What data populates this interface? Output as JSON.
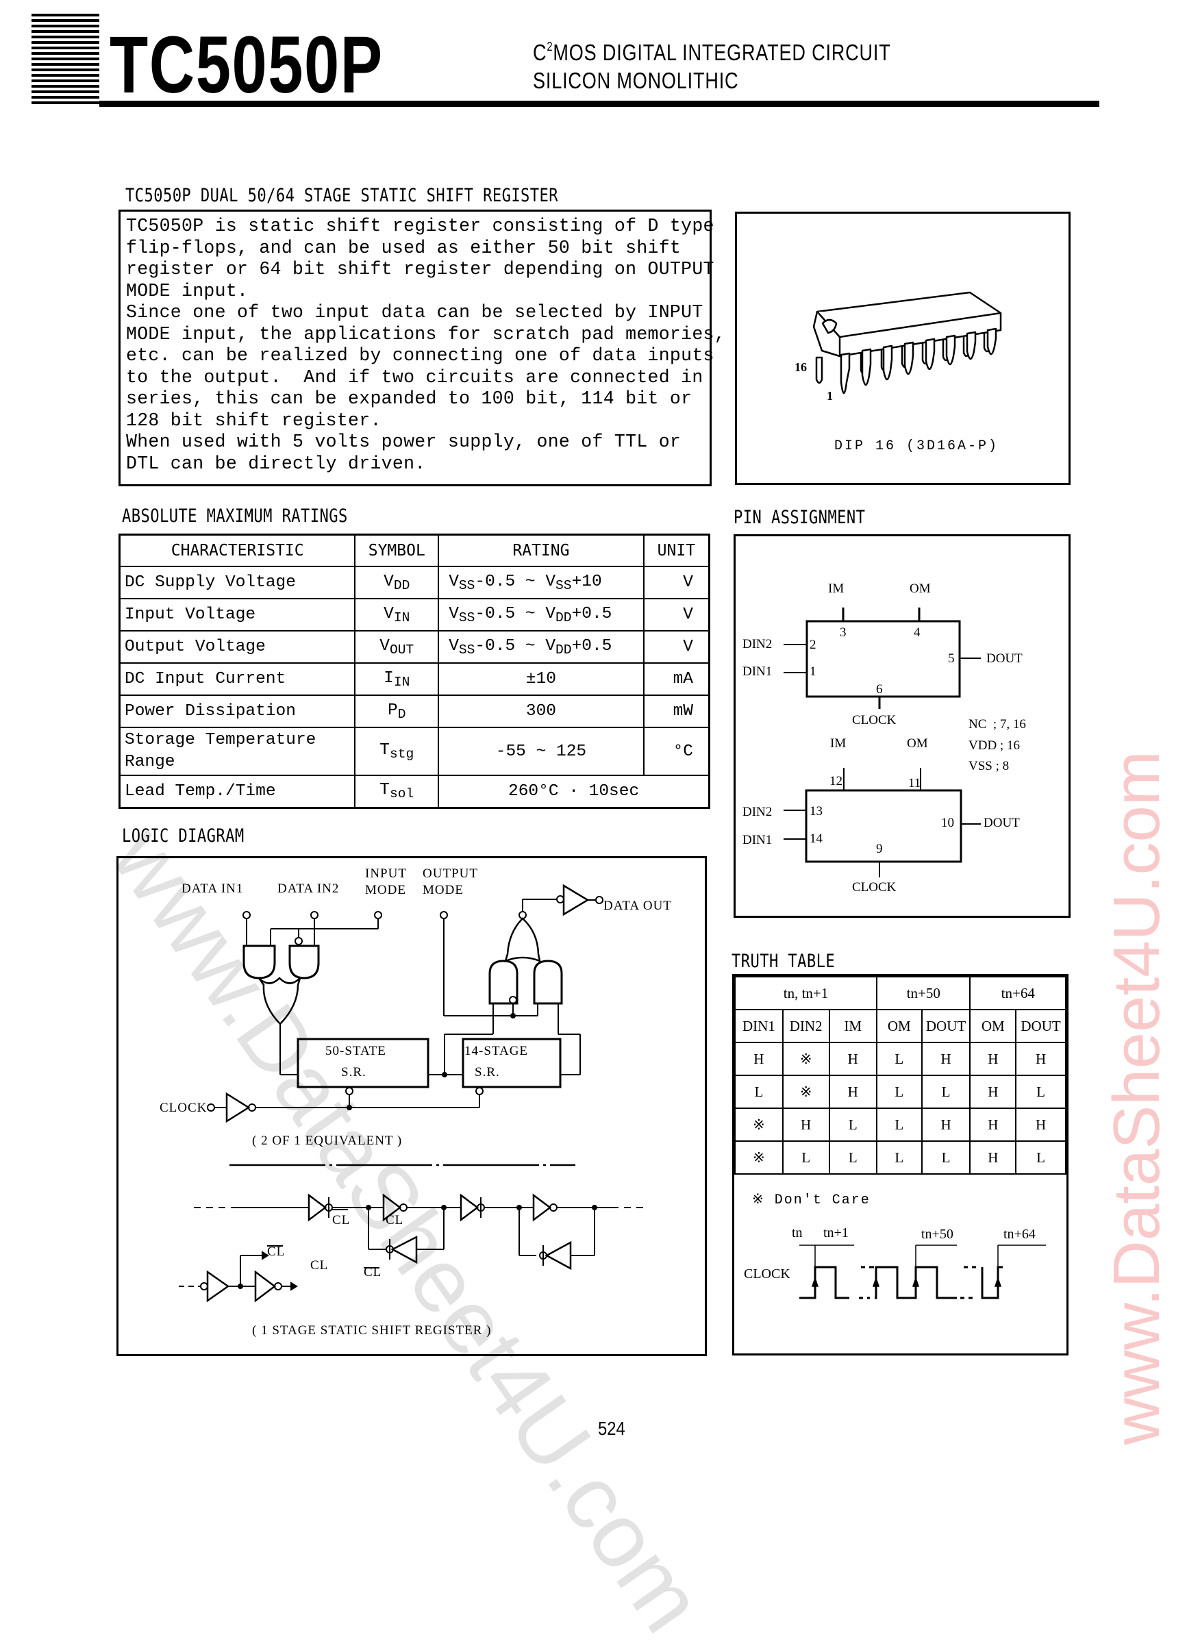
{
  "header": {
    "part_number": "TC5050P",
    "subtitle_line1_prefix": "C",
    "subtitle_line1_sup": "2",
    "subtitle_line1_rest": "MOS DIGITAL INTEGRATED CIRCUIT",
    "subtitle_line2": "SILICON MONOLITHIC"
  },
  "description": {
    "heading": "TC5050P  DUAL 50/64 STAGE STATIC SHIFT REGISTER",
    "text": "TC5050P is static shift register consisting of D type\nflip-flops, and can be used as either 50 bit shift\nregister or 64 bit shift register depending on OUTPUT\nMODE input.\nSince one of two input data can be selected by INPUT\nMODE input, the applications for scratch pad memories,\netc. can be realized by connecting one of data inputs\nto the output.  And if two circuits are connected in\nseries, this can be expanded to 100 bit, 114 bit or\n128 bit shift register.\nWhen used with 5 volts power supply, one of TTL or\nDTL can be directly driven."
  },
  "package": {
    "label": "DIP 16 (3D16A-P)",
    "pin_16": "16",
    "pin_1": "1"
  },
  "ratings": {
    "heading": "ABSOLUTE MAXIMUM RATINGS",
    "columns": [
      "CHARACTERISTIC",
      "SYMBOL",
      "RATING",
      "UNIT"
    ],
    "rows": [
      {
        "characteristic": "DC Supply Voltage",
        "symbol": "V",
        "symbol_sub": "DD",
        "rating": "VSS-0.5 ~ VSS+10",
        "unit": "V"
      },
      {
        "characteristic": "Input Voltage",
        "symbol": "V",
        "symbol_sub": "IN",
        "rating": "VSS-0.5 ~ VDD+0.5",
        "unit": "V"
      },
      {
        "characteristic": "Output Voltage",
        "symbol": "V",
        "symbol_sub": "OUT",
        "rating": "VSS-0.5 ~ VDD+0.5",
        "unit": "V"
      },
      {
        "characteristic": "DC Input Current",
        "symbol": "I",
        "symbol_sub": "IN",
        "rating": "±10",
        "unit": "mA"
      },
      {
        "characteristic": "Power Dissipation",
        "symbol": "P",
        "symbol_sub": "D",
        "rating": "300",
        "unit": "mW"
      },
      {
        "characteristic": "Storage Temperature Range",
        "symbol": "T",
        "symbol_sub": "stg",
        "rating": "-55 ~ 125",
        "unit": "°C"
      },
      {
        "characteristic": "Lead Temp./Time",
        "symbol": "T",
        "symbol_sub": "sol",
        "rating": "260°C · 10sec",
        "unit": ""
      }
    ]
  },
  "pin_assignment": {
    "heading": "PIN ASSIGNMENT",
    "block1": {
      "im": "IM",
      "om": "OM",
      "pin_im": "3",
      "pin_om": "4",
      "din2": "DIN2",
      "din1": "DIN1",
      "pin_din2": "2",
      "pin_din1": "1",
      "pin_dout": "5",
      "dout": "DOUT",
      "pin_clock": "6",
      "clock": "CLOCK"
    },
    "block2": {
      "im": "IM",
      "om": "OM",
      "pin_im": "12",
      "pin_om": "11",
      "din2": "DIN2",
      "din1": "DIN1",
      "pin_din2": "13",
      "pin_din1": "14",
      "pin_dout": "10",
      "dout": "DOUT",
      "pin_clock": "9",
      "clock": "CLOCK"
    },
    "notes": [
      "NC  ; 7, 16",
      "VDD ; 16",
      "VSS ; 8"
    ]
  },
  "logic_diagram": {
    "heading": "LOGIC DIAGRAM",
    "labels": {
      "data_in1": "DATA IN1",
      "data_in2": "DATA IN2",
      "input_mode_1": "INPUT",
      "input_mode_2": "MODE",
      "output_mode_1": "OUTPUT",
      "output_mode_2": "MODE",
      "data_out": "DATA OUT",
      "sr50_1": "50-STATE",
      "sr50_2": "S.R.",
      "sr14_1": "14-STAGE",
      "sr14_2": "S.R.",
      "clock": "CLOCK",
      "equivalent": "( 2 OF 1 EQUIVALENT )",
      "cl": "CL",
      "cl_bar": "CL",
      "stage_caption": "( 1 STAGE STATIC SHIFT REGISTER )"
    }
  },
  "truth_table": {
    "heading": "TRUTH TABLE",
    "group_headers": [
      "tn, tn+1",
      "tn+50",
      "tn+64"
    ],
    "columns": [
      "DIN1",
      "DIN2",
      "IM",
      "OM",
      "DOUT",
      "OM",
      "DOUT"
    ],
    "rows": [
      [
        "H",
        "※",
        "H",
        "L",
        "H",
        "H",
        "H"
      ],
      [
        "L",
        "※",
        "H",
        "L",
        "L",
        "H",
        "L"
      ],
      [
        "※",
        "H",
        "L",
        "L",
        "H",
        "H",
        "H"
      ],
      [
        "※",
        "L",
        "L",
        "L",
        "L",
        "H",
        "L"
      ]
    ],
    "footnote": "※ Don't Care",
    "timing": {
      "clock": "CLOCK",
      "tn": "tn",
      "tn1": "tn+1",
      "tn50": "tn+50",
      "tn64": "tn+64"
    }
  },
  "footer": {
    "page_number": "524"
  },
  "watermarks": {
    "diagonal": "www.DataSheet4U.com",
    "side": "www.DataSheet4U.com",
    "side_color": "#f9c9c9",
    "diagonal_color": "#e2e2e2"
  }
}
